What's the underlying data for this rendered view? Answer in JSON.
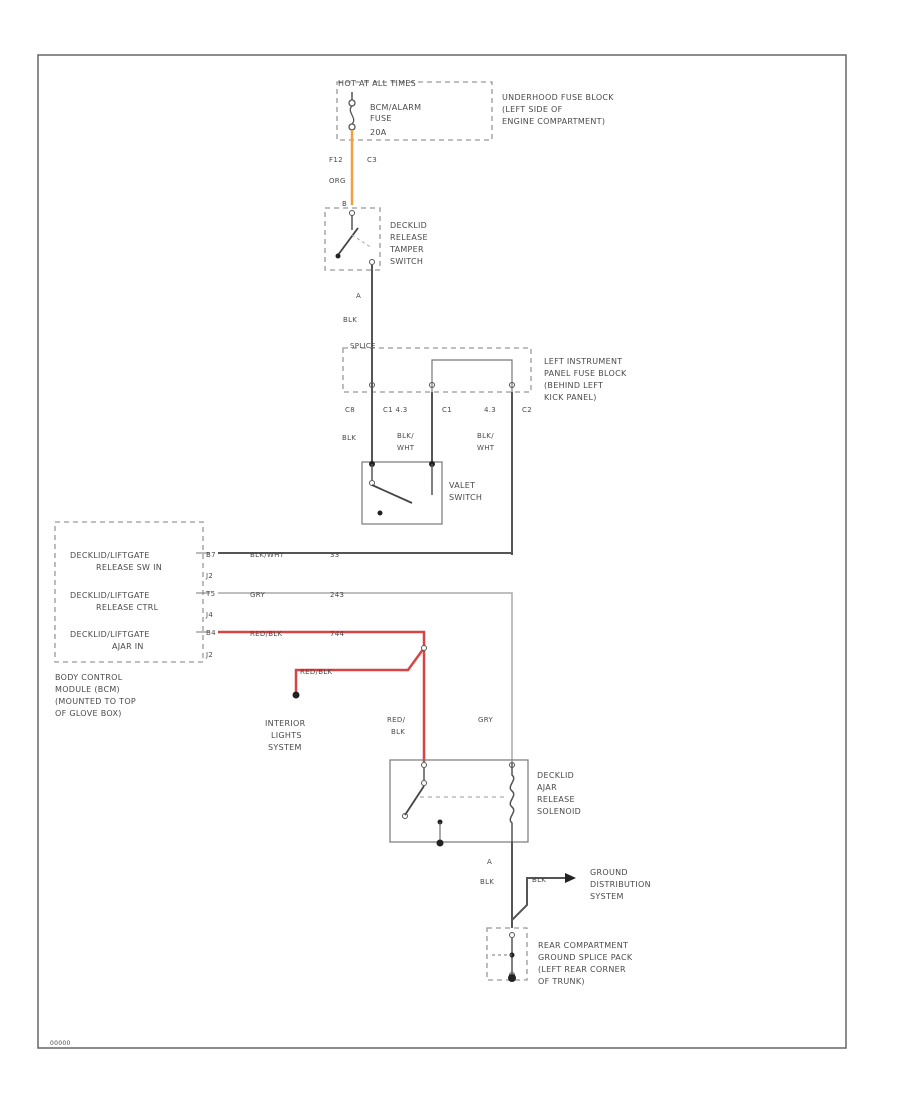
{
  "diagram_code": "00000",
  "fuse_block": {
    "header": "HOT AT ALL TIMES",
    "fuse_name": [
      "BCM/ALARM",
      "FUSE"
    ],
    "fuse_rating": "20A",
    "location": [
      "UNDERHOOD FUSE BLOCK",
      "(LEFT SIDE OF",
      "ENGINE COMPARTMENT)"
    ]
  },
  "wire1": {
    "pin": "F12",
    "connector": "C3",
    "color": "ORG"
  },
  "tamper_switch": {
    "pin": "B",
    "label": [
      "DECKLID",
      "RELEASE",
      "TAMPER",
      "SWITCH"
    ]
  },
  "wire2": {
    "pin": "A",
    "color": "BLK"
  },
  "ip_fuse_block": {
    "header": "SPLICE",
    "pins": [
      "C8",
      "C1 4.3",
      "C1",
      "4.3",
      "C2"
    ],
    "location": [
      "LEFT INSTRUMENT",
      "PANEL FUSE BLOCK",
      "(BEHIND LEFT",
      "KICK PANEL)"
    ]
  },
  "wire3": {
    "color_left": "BLK",
    "color_mid": [
      "BLK/",
      "WHT"
    ],
    "color_right": [
      "BLK/",
      "WHT"
    ]
  },
  "valet_switch": {
    "label": [
      "VALET",
      "SWITCH"
    ]
  },
  "bcm": {
    "rows": [
      {
        "label": [
          "DECKLID/LIFTGATE",
          "RELEASE SW IN"
        ],
        "pin": "B7",
        "wire": "BLK/WHT",
        "circuit": "33",
        "conn": "J2"
      },
      {
        "label": [
          "DECKLID/LIFTGATE",
          "RELEASE CTRL"
        ],
        "pin": "T5",
        "wire": "GRY",
        "circuit": "243",
        "conn": "J4"
      },
      {
        "label": [
          "DECKLID/LIFTGATE",
          "AJAR IN"
        ],
        "pin": "B4",
        "wire": "RED/BLK",
        "circuit": "744",
        "conn": "J2"
      }
    ],
    "location": [
      "BODY CONTROL",
      "MODULE (BCM)",
      "(MOUNTED TO TOP",
      "OF GLOVE BOX)"
    ]
  },
  "interior_branch": {
    "wire": "RED/BLK",
    "label": [
      "INTERIOR",
      "LIGHTS",
      "SYSTEM"
    ]
  },
  "solenoid": {
    "wire_left": [
      "RED/",
      "BLK"
    ],
    "wire_right": "GRY",
    "label": [
      "DECKLID",
      "AJAR",
      "RELEASE",
      "SOLENOID"
    ]
  },
  "wire4": {
    "pin": "A",
    "color": "BLK"
  },
  "ground_dist": {
    "wire": "BLK",
    "label": [
      "GROUND",
      "DISTRIBUTION",
      "SYSTEM"
    ]
  },
  "splice_pack": {
    "label": [
      "REAR COMPARTMENT",
      "GROUND SPLICE PACK",
      "(LEFT REAR CORNER",
      "OF TRUNK)"
    ]
  }
}
